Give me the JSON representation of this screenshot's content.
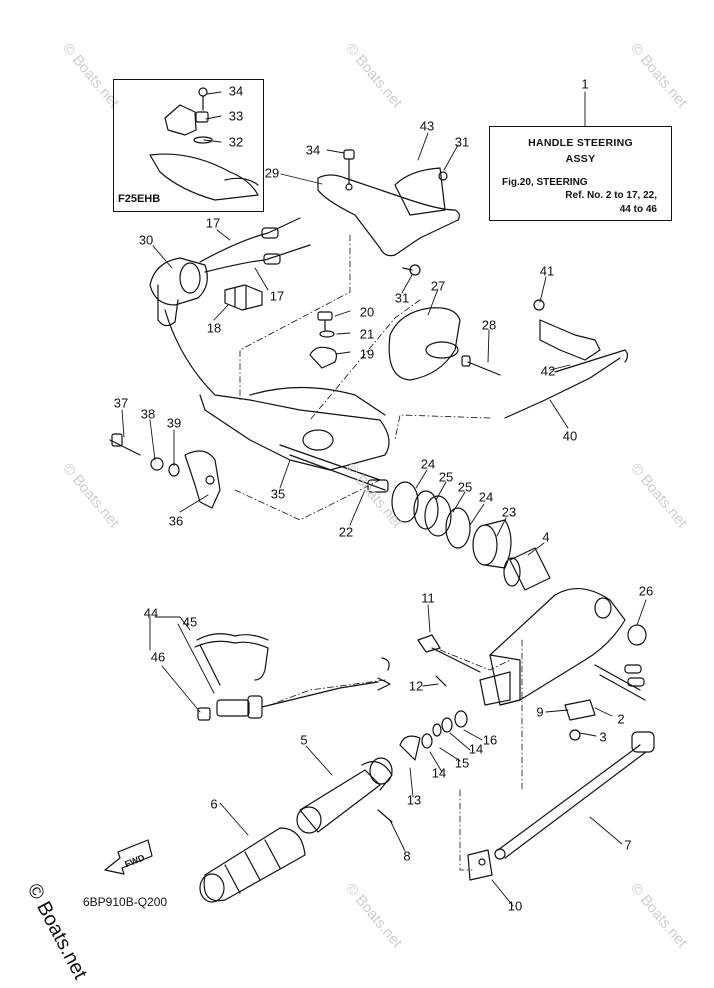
{
  "reference_box": {
    "title_line1": "HANDLE STEERING",
    "title_line2": "ASSY",
    "figure": "Fig.20, STEERING",
    "ref_line1": "Ref. No. 2 to 17, 22,",
    "ref_line2": "44 to 46"
  },
  "inset": {
    "model": "F25EHB"
  },
  "diagram_code": "6BP910B-Q200",
  "fwd_label": "FWD",
  "watermark": "© Boats.net",
  "corner_watermark": "© Boats.net",
  "callouts": [
    "1",
    "2",
    "3",
    "4",
    "5",
    "6",
    "7",
    "8",
    "9",
    "10",
    "11",
    "12",
    "13",
    "14",
    "14",
    "15",
    "16",
    "17",
    "17",
    "18",
    "19",
    "20",
    "21",
    "22",
    "23",
    "24",
    "24",
    "25",
    "25",
    "26",
    "27",
    "28",
    "29",
    "30",
    "31",
    "31",
    "32",
    "33",
    "34",
    "34",
    "35",
    "36",
    "37",
    "38",
    "39",
    "40",
    "41",
    "42",
    "43",
    "44",
    "45",
    "46"
  ]
}
